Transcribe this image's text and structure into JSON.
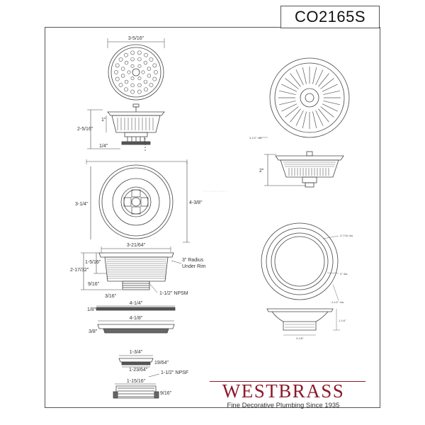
{
  "model": "CO2165S",
  "brand": {
    "name": "WESTBRASS",
    "tagline": "Fine Decorative Plumbing Since 1935",
    "color": "#8b1a2a"
  },
  "labels": {
    "strainer_width": "3-5/16\"",
    "basket_height": "2-5/16\"",
    "basket_one": "1\"",
    "basket_post": "1/4\"",
    "flange_width": "3-1/4\"",
    "flange_outer": "4-3/8\"",
    "body_top": "3-21/64\"",
    "body_radius_1": "3\" Radius",
    "body_radius_2": "Under Rim",
    "body_upper": "1-5/16\"",
    "body_total": "2-17/32\"",
    "body_lower": "9/16\"",
    "body_bottom": "3/16\"",
    "thread_npsm": "1-1/2\" NPSM",
    "gasket1_width": "4-1/4\"",
    "gasket1_thick": "1/8\"",
    "gasket2_width": "4-1/8\"",
    "gasket2_thick": "3/8\"",
    "washer_top": "1-3/4\"",
    "washer_inner": "1-23/64\"",
    "washer_thick": "19/64\"",
    "thread_npsf": "1-1/2\" NPSF",
    "tail_width": "1-15/16\"",
    "tail_height": "9/16\"",
    "right_basket_dia": "3-1/2\" dia.",
    "right_basket_height": "2\"",
    "right_flange_a": "3-7/16 dia.",
    "right_flange_b": "3\" dia.",
    "right_flange_c": "4-1/2\" dia.",
    "right_flange_h": "1-1/4\"",
    "right_flange_w": "3-1/8\""
  }
}
